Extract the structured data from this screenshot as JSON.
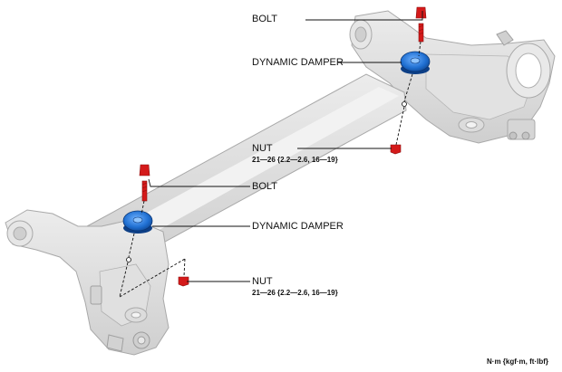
{
  "labels": {
    "bolt_upper": "BOLT",
    "damper_upper": "DYNAMIC DAMPER",
    "nut_upper": "NUT",
    "torque_upper": "21—26 {2.2—2.6, 16—19}",
    "bolt_lower": "BOLT",
    "damper_lower": "DYNAMIC DAMPER",
    "nut_lower": "NUT",
    "torque_lower": "21—26 {2.2—2.6, 16—19}",
    "unit_note": "N·m {kgf·m, ft·lbf}"
  },
  "colors": {
    "background": "#ffffff",
    "beam_fill": "#d9d9d9",
    "beam_stroke": "#a9a9a9",
    "damper_blue": "#1f6fd1",
    "fastener_red": "#d41a1a",
    "leader_line": "#111111"
  },
  "icons": [
    "dynamic-damper-icon",
    "bolt-icon",
    "nut-icon",
    "torsion-beam-axle-icon"
  ]
}
